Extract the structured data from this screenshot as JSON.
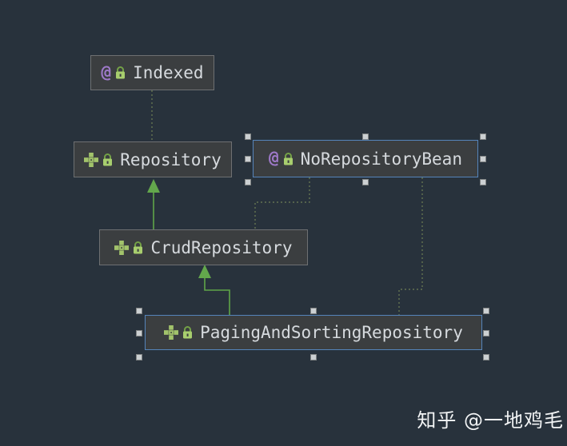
{
  "watermark": "知乎 @一地鸡毛",
  "colors": {
    "background": "#28323c",
    "node_fill": "#3b3e40",
    "node_border": "#6e7072",
    "selection_blue": "#5584ba",
    "inheritance_arrow_green": "#5fa548",
    "annotation_edge_green": "#6e7f55",
    "annotation_at_purple": "#9e79c9",
    "lock_green": "#a8ce6e",
    "interface_icon_green": "#a2c36b",
    "label_text": "#d6dade",
    "watermark_text": "#f2f4f5"
  },
  "diagram": {
    "nodes": [
      {
        "id": "Indexed",
        "label": "Indexed",
        "kind": "annotation",
        "locked": true,
        "selected": false
      },
      {
        "id": "Repository",
        "label": "Repository",
        "kind": "interface",
        "locked": true,
        "selected": false
      },
      {
        "id": "NoRepositoryBean",
        "label": "NoRepositoryBean",
        "kind": "annotation",
        "locked": true,
        "selected": true
      },
      {
        "id": "CrudRepository",
        "label": "CrudRepository",
        "kind": "interface",
        "locked": true,
        "selected": false
      },
      {
        "id": "PagingAndSortingRepository",
        "label": "PagingAndSortingRepository",
        "kind": "interface",
        "locked": true,
        "selected": true
      }
    ],
    "edges": [
      {
        "from": "Repository",
        "to": "Indexed",
        "style": "dotted",
        "meaning": "annotation"
      },
      {
        "from": "CrudRepository",
        "to": "Repository",
        "style": "solid-arrow",
        "meaning": "extends"
      },
      {
        "from": "CrudRepository",
        "to": "NoRepositoryBean",
        "style": "dotted",
        "meaning": "annotation"
      },
      {
        "from": "PagingAndSortingRepository",
        "to": "CrudRepository",
        "style": "solid-arrow",
        "meaning": "extends"
      },
      {
        "from": "PagingAndSortingRepository",
        "to": "NoRepositoryBean",
        "style": "dotted",
        "meaning": "annotation"
      }
    ]
  }
}
